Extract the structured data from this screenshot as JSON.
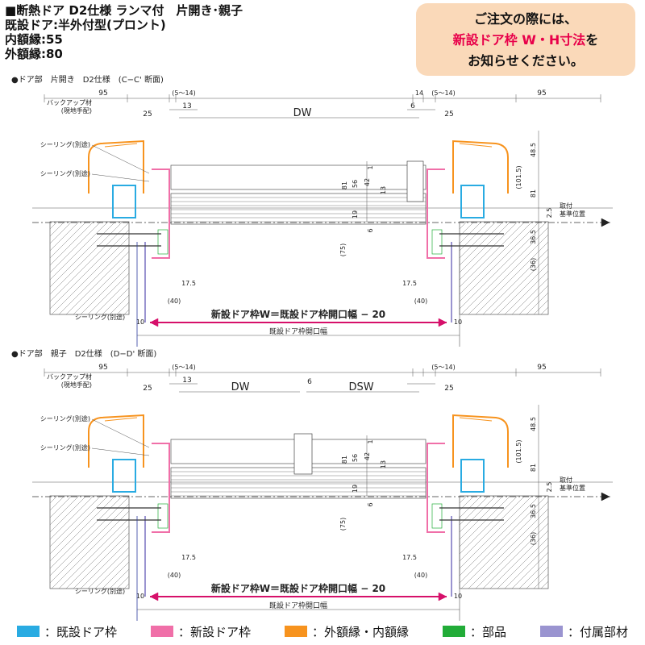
{
  "header": {
    "line1": "■断熱ドア D2仕様 ランマ付　片開き･親子",
    "line2": "既設ドア:半外付型(プロント)",
    "line3": "内額縁:55",
    "line4": "外額縁:80"
  },
  "notice": {
    "line1": "ご注文の際には、",
    "line2_red": "新設ドア枠 W・H寸法",
    "line2_tail": "を",
    "line3": "お知らせください。"
  },
  "sections": [
    {
      "title": "●ドア部　片開き　D2仕様　(C−C' 断面)",
      "center_labels": [
        "DW"
      ],
      "center_gap": "",
      "dims": {
        "top_left": "95",
        "top_gap": "(5〜14)",
        "top_13": "13",
        "top_14": "14",
        "top_6": "6",
        "top_95r": "95",
        "d25": "25",
        "d485": "48.5",
        "d1015": "(101.5)",
        "d81r": "81",
        "d25r": "2.5",
        "d365": "36.5",
        "d36": "(36)",
        "c81": "81",
        "c56": "56",
        "c42": "42",
        "c1": "1",
        "c13": "13",
        "c19": "19",
        "c6": "6",
        "c75": "(75)",
        "d175": "17.5",
        "d40": "(40)",
        "d10": "10"
      },
      "labels": {
        "backup": "バックアップ材\n(現地手配)",
        "backup1": "バックアップ材",
        "backup2": "(現地手配)",
        "seal1": "シーリング(別途)",
        "seal2": "シーリング(別途)",
        "seal3": "シーリング(別途)",
        "toritsuke1": "取付",
        "toritsuke2": "基準位置"
      },
      "formula": "新設ドア枠W＝既設ドア枠開口幅 − 20",
      "kisetsu": "既設ドア枠開口幅"
    },
    {
      "title": "●ドア部　親子　D2仕様　(D−D' 断面)",
      "center_labels": [
        "DW",
        "DSW"
      ],
      "center_gap": "6",
      "dims": {
        "top_left": "95",
        "top_gap": "(5〜14)",
        "top_13": "13",
        "top_14": "",
        "top_6": "",
        "top_95r": "95",
        "d25": "25",
        "d485": "48.5",
        "d1015": "(101.5)",
        "d81r": "81",
        "d25r": "2.5",
        "d365": "36.5",
        "d36": "(36)",
        "c81": "81",
        "c56": "56",
        "c42": "42",
        "c1": "1",
        "c13": "13",
        "c19": "19",
        "c6": "6",
        "c75": "(75)",
        "d175": "17.5",
        "d40": "(40)",
        "d10": "10"
      },
      "labels": {
        "backup1": "バックアップ材",
        "backup2": "(現地手配)",
        "seal1": "シーリング(別途)",
        "seal2": "シーリング(別途)",
        "seal3": "シーリング(別途)",
        "toritsuke1": "取付",
        "toritsuke2": "基準位置"
      },
      "formula": "新設ドア枠W＝既設ドア枠開口幅 − 20",
      "kisetsu": "既設ドア枠開口幅"
    }
  ],
  "legend": [
    {
      "label": "：既設ドア枠",
      "color": "#29abe2"
    },
    {
      "label": "：新設ドア枠",
      "color": "#f06fa8"
    },
    {
      "label": "：外額縁・内額縁",
      "color": "#f7931e"
    },
    {
      "label": "：部品",
      "color": "#22ac38"
    },
    {
      "label": "：付属部材",
      "color": "#9a94d0"
    }
  ],
  "colors": {
    "accent_red": "#e8004a",
    "formula_line": "#d6106a",
    "line_blue": "#2b3a9c"
  }
}
